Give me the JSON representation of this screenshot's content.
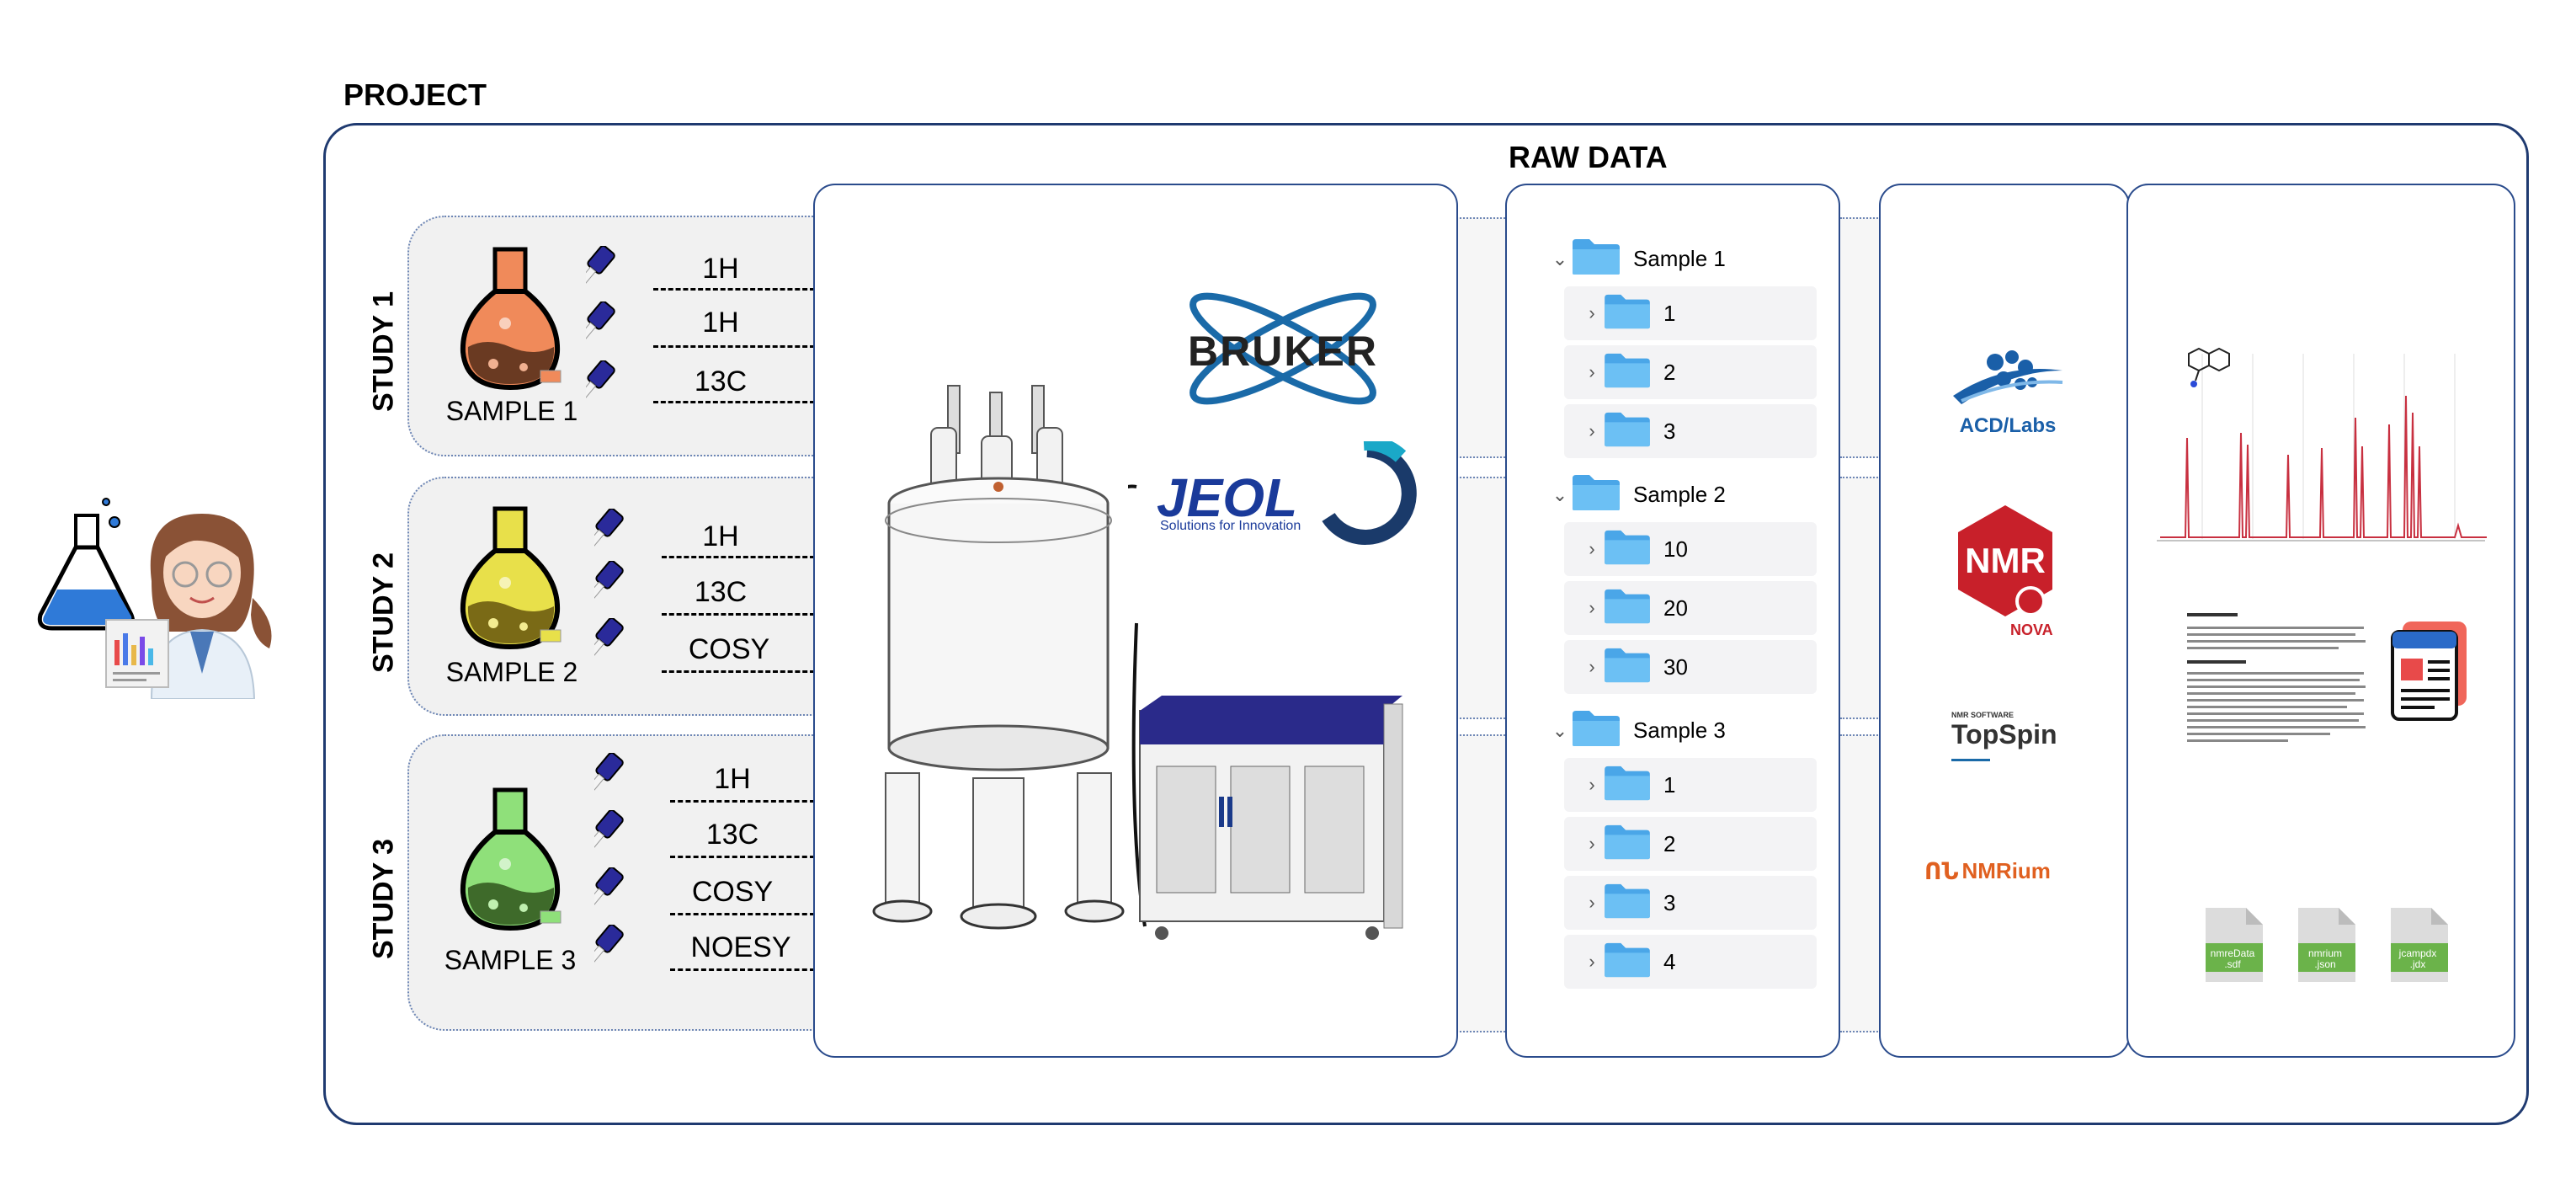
{
  "project": {
    "title": "PROJECT"
  },
  "raw_data": {
    "title": "RAW DATA"
  },
  "studies": [
    {
      "label": "STUDY 1",
      "sample": "SAMPLE 1",
      "flask_color": "#f08a5a",
      "experiments": [
        "1H",
        "1H",
        "13C"
      ]
    },
    {
      "label": "STUDY 2",
      "sample": "SAMPLE 2",
      "flask_color": "#e8e04a",
      "experiments": [
        "1H",
        "13C",
        "COSY"
      ]
    },
    {
      "label": "STUDY 3",
      "sample": "SAMPLE 3",
      "flask_color": "#8fe07a",
      "experiments": [
        "1H",
        "13C",
        "COSY",
        "NOESY"
      ]
    }
  ],
  "vendors": {
    "bruker": "BRUKER",
    "jeol": "JEOL",
    "jeol_tagline": "Solutions for Innovation"
  },
  "folders": [
    {
      "name": "Sample 1",
      "children": [
        "1",
        "2",
        "3"
      ]
    },
    {
      "name": "Sample 2",
      "children": [
        "10",
        "20",
        "30"
      ]
    },
    {
      "name": "Sample 3",
      "children": [
        "1",
        "2",
        "3",
        "4"
      ]
    }
  ],
  "software": {
    "acd": "ACD/Labs",
    "nmr_nova_main": "NMR",
    "nmr_nova_sub": "NOVA",
    "topspin_small": "NMR SOFTWARE",
    "topspin": "TopSpin",
    "nmrium_prefix": "ՈՆ",
    "nmrium": "NMRium"
  },
  "files": [
    {
      "label1": "nmreData",
      "label2": ".sdf"
    },
    {
      "label1": "nmrium",
      "label2": ".json"
    },
    {
      "label1": "jcampdx",
      "label2": ".jdx"
    }
  ],
  "colors": {
    "frame": "#1f3a70",
    "folder": "#5bb8f0",
    "file": "#6bb34a",
    "nmr_red": "#c8202a",
    "acd_blue": "#1a5fa8",
    "spectrum": "#c83040"
  }
}
